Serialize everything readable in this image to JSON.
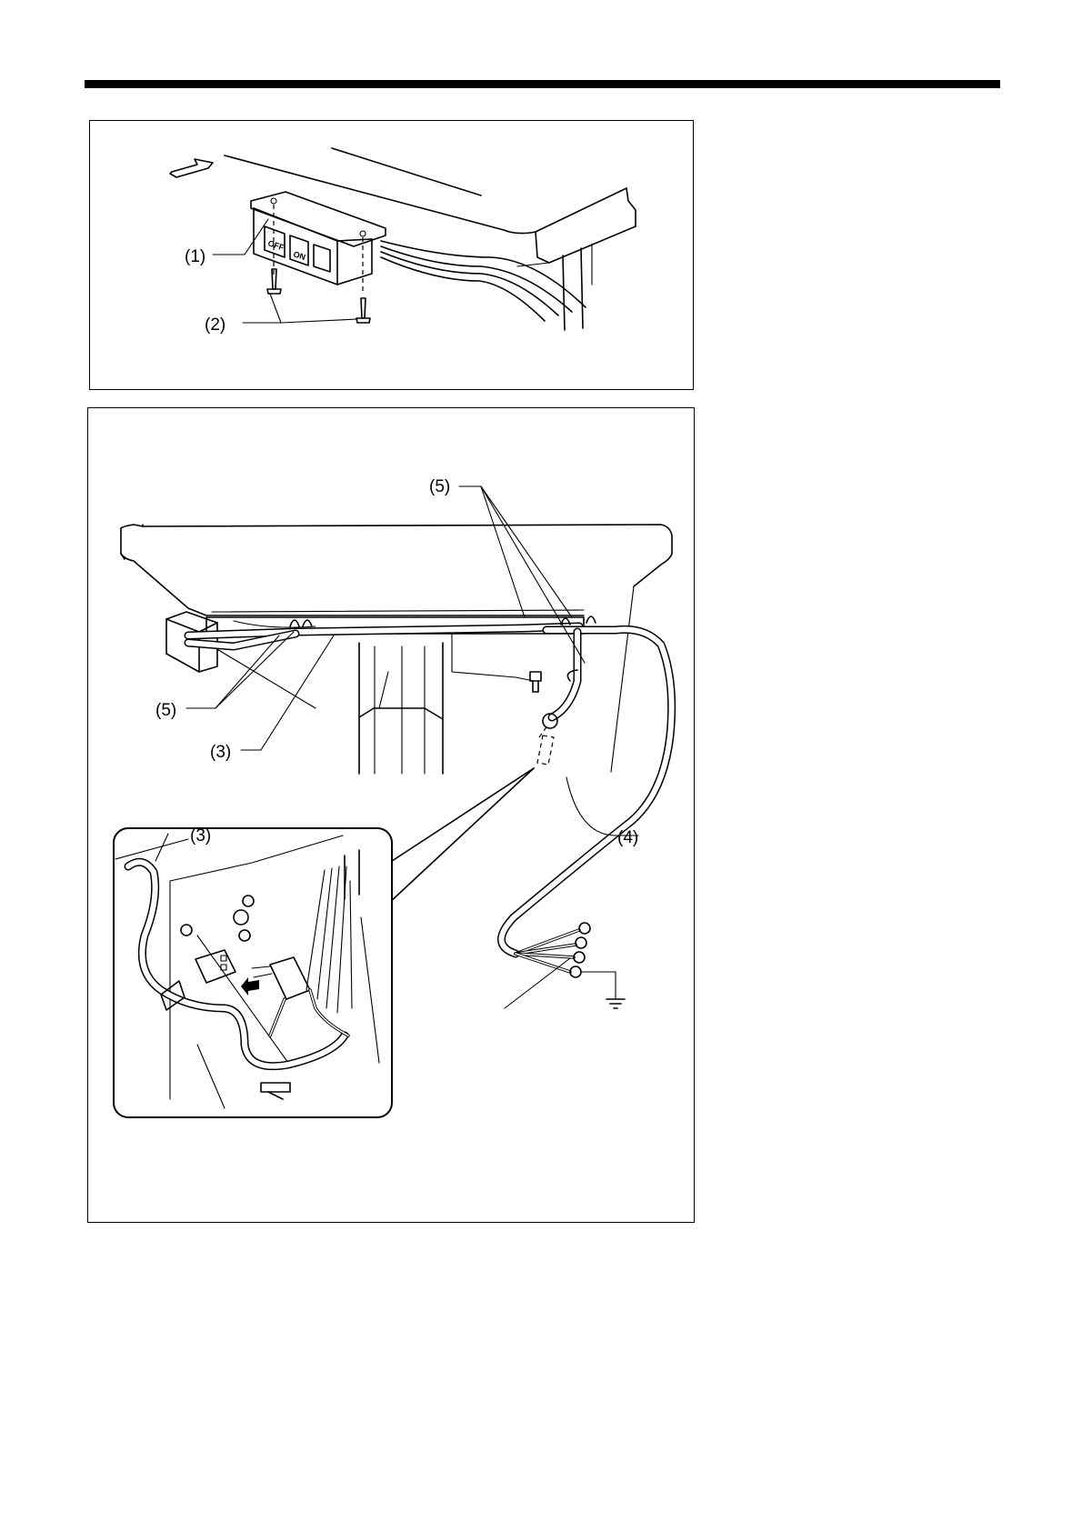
{
  "figure1": {
    "labels": {
      "switch": "(1)",
      "screws": "(2)"
    },
    "switch_buttons": {
      "off": "OFF",
      "on": "ON"
    }
  },
  "figure2": {
    "labels": {
      "clips_top": "(5)",
      "clips_left": "(5)",
      "cable_main": "(3)",
      "cable_inset": "(3)",
      "power_cord": "(4)"
    }
  },
  "icons": [
    "arrow-front-icon",
    "screw-icon",
    "ground-symbol-icon",
    "insertion-arrow-icon"
  ]
}
